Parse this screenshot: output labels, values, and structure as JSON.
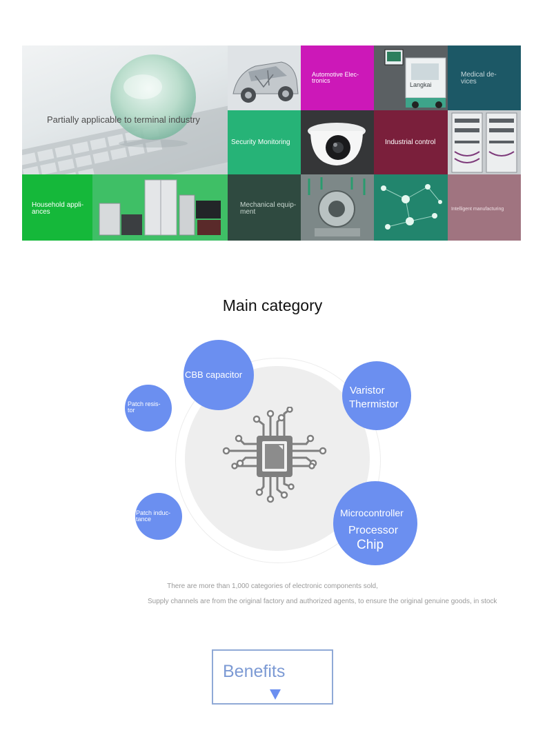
{
  "mosaic": {
    "hero_label": "Partially applicable to terminal industry",
    "automotive": "Automotive Elec-\ntronics",
    "medical_overlay": "Langkai",
    "medical": "Medical de-\nvices",
    "security": "Security Monitoring",
    "industrial": "Industrial control",
    "household": "Household appli-\nances",
    "mechanical": "Mechanical equip-\nment",
    "intelligent": "Intelligent manufacturing"
  },
  "category": {
    "title": "Main category",
    "bubbles": {
      "cbb": "CBB capacitor",
      "varistor_1": "Varistor",
      "varistor_2": "Thermistor",
      "patch_res": "Patch resis-\ntor",
      "patch_ind": "Patch induc-\ntance",
      "mcu_1": "Microcontroller",
      "mcu_2": "Processor",
      "mcu_3": "Chip"
    },
    "line1": "There are more than 1,000 categories of electronic components sold,",
    "line2": "Supply channels are from the original factory and authorized agents, to ensure the original genuine goods, in stock"
  },
  "benefits": {
    "label": "Benefits"
  },
  "colors": {
    "bubble": "#6b8ff0",
    "magenta": "#cc18b8",
    "teal_dark": "#1c5866",
    "green": "#26b377",
    "maroon": "#7a1f3b",
    "bright_green": "#15b83a",
    "dark_green": "#2f4a40",
    "mauve": "#a07480"
  }
}
